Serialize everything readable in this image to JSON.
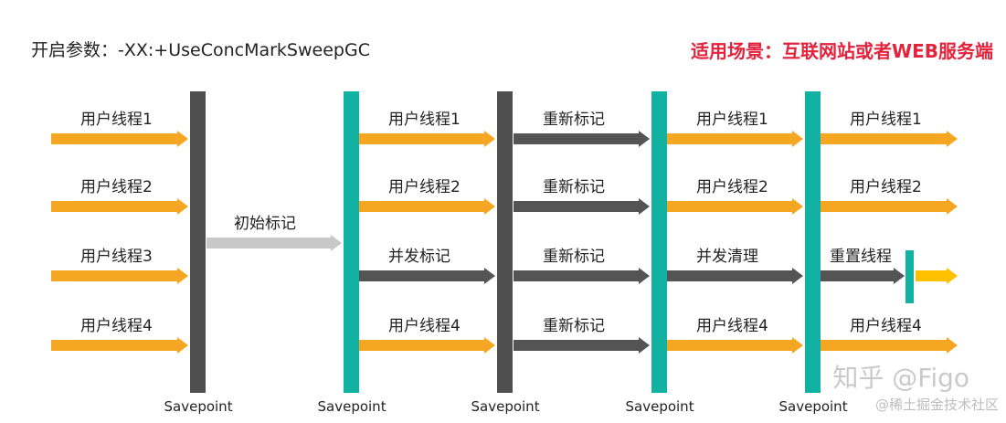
{
  "header": {
    "param_text": "开启参数：-XX:+UseConcMarkSweepGC",
    "scenario_text": "适用场景：互联网站或者WEB服务端"
  },
  "colors": {
    "accent_red": "#e3223c",
    "user_arrow": "#f5a623",
    "gc_arrow": "#545454",
    "init_arrow": "#c8c8c8",
    "final_arrow": "#ffc000",
    "teal_bar": "#12b2a3",
    "gray_bar": "#4f4f4f"
  },
  "savepoint_label": "Savepoint",
  "columns": [
    {
      "bar": "gray",
      "labels": [
        "用户线程1",
        "用户线程2",
        "用户线程3",
        "用户线程4"
      ]
    },
    {
      "bar": "teal",
      "labels": [
        "初始标记"
      ]
    },
    {
      "bar": "gray",
      "labels": [
        "用户线程1",
        "用户线程2",
        "并发标记",
        "用户线程4"
      ]
    },
    {
      "bar": "teal",
      "labels": [
        "重新标记",
        "重新标记",
        "重新标记",
        "重新标记"
      ]
    },
    {
      "bar": "teal",
      "labels": [
        "用户线程1",
        "用户线程2",
        "并发清理",
        "用户线程4"
      ]
    },
    {
      "bar": null,
      "labels": [
        "用户线程1",
        "用户线程2",
        "重置线程",
        "用户线程4"
      ]
    }
  ],
  "watermark": {
    "zhihu": "知乎 @Figo",
    "juejin": "@稀土掘金技术社区"
  }
}
